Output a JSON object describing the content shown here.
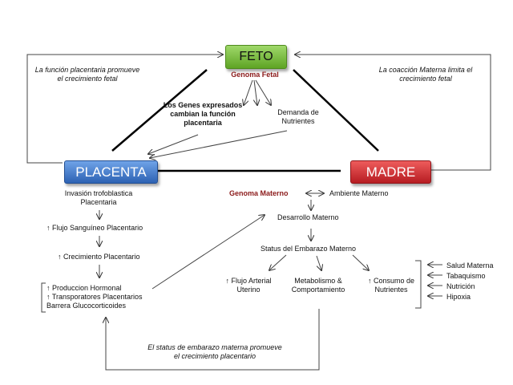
{
  "nodes": {
    "feto": {
      "label": "FETO",
      "color": "#6fb52c"
    },
    "placenta": {
      "label": "PLACENTA",
      "color": "#3573c4"
    },
    "madre": {
      "label": "MADRE",
      "color": "#c8232b"
    }
  },
  "labels": {
    "genoma_fetal": "Genoma Fetal",
    "genes_expresados": [
      "Los Genes expresados",
      "cambian la función",
      "placentaria"
    ],
    "demanda": [
      "Demanda de",
      "Nutrientes"
    ],
    "funcion_placentaria": [
      "La función placentaria promueve",
      "el crecimiento fetal"
    ],
    "coaccion": [
      "La coacción Materna limita el",
      "crecimiento fetal"
    ],
    "invasion": [
      "Invasión trofoblastica",
      "Placentaria"
    ],
    "flujo_sanguineo": "↑ Flujo Sanguíneo Placentario",
    "crecimiento_placentario": "↑ Crecimiento Placentario",
    "produccion": [
      "↑ Produccion Hormonal",
      "↑ Transporatores Placentarios",
      "Barrera Glucocorticoides"
    ],
    "genoma_materno": "Genoma Materno",
    "ambiente_materno": "Ambiente Materno",
    "desarrollo_materno": "Desarrollo Materno",
    "status_embarazo": "Status del Embarazo Materno",
    "flujo_arterial": [
      "↑ Flujo Arterial",
      "Uterino"
    ],
    "metabolismo": [
      "Metabolismo &",
      "Comportamiento"
    ],
    "consumo": [
      "↑ Consumo de",
      "Nutrientes"
    ],
    "factores": [
      "Salud Materna",
      "Tabaquismo",
      "Nutrición",
      "Hipoxia"
    ],
    "status_promueve": [
      "El status de embarazo materna promueve",
      "el crecimiento placentario"
    ]
  }
}
